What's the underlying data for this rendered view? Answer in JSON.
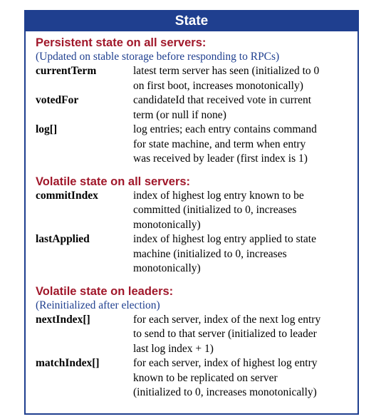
{
  "title": "State",
  "sections": [
    {
      "heading": "Persistent state on all servers:",
      "note": "(Updated on stable storage before responding to RPCs)",
      "fields": [
        {
          "name": "currentTerm",
          "desc": "latest term server has seen (initialized to 0\non first boot, increases monotonically)"
        },
        {
          "name": "votedFor",
          "desc": "candidateId that received vote in current\nterm (or null if none)"
        },
        {
          "name": "log[]",
          "desc": "log entries; each entry contains command\nfor state machine, and term when entry\nwas received by leader (first index is 1)"
        }
      ]
    },
    {
      "heading": "Volatile state on all servers:",
      "note": "",
      "fields": [
        {
          "name": "commitIndex",
          "desc": "index of highest log entry known to be\ncommitted (initialized to 0, increases\nmonotonically)"
        },
        {
          "name": "lastApplied",
          "desc": "index of highest log entry applied to state\nmachine (initialized to 0, increases\nmonotonically)"
        }
      ]
    },
    {
      "heading": "Volatile state on leaders:",
      "note": "(Reinitialized after election)",
      "fields": [
        {
          "name": "nextIndex[]",
          "desc": "for each server, index of the next log entry\nto send to that server (initialized to leader\nlast log index + 1)"
        },
        {
          "name": "matchIndex[]",
          "desc": "for each server, index of highest log entry\nknown to be replicated on server\n(initialized to 0, increases monotonically)"
        }
      ]
    }
  ],
  "colors": {
    "frame": "#1f3f8f",
    "heading": "#a0172a",
    "note": "#1f3f8f"
  }
}
